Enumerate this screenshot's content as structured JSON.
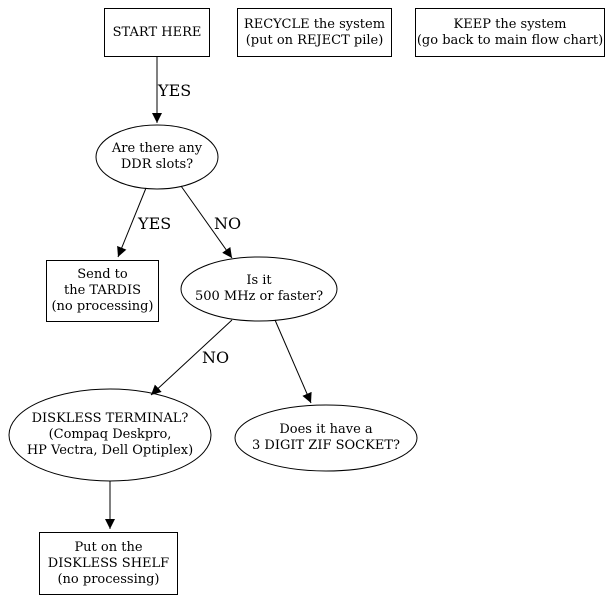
{
  "nodes": {
    "start": {
      "line1": "START HERE"
    },
    "recycle": {
      "line1": "RECYCLE the system",
      "line2": "(put on REJECT pile)"
    },
    "keep": {
      "line1": "KEEP the system",
      "line2": "(go back to main flow chart)"
    },
    "ddr": {
      "line1": "Are there any",
      "line2": "DDR slots?"
    },
    "tardis": {
      "line1": "Send to",
      "line2": "the TARDIS",
      "line3": "(no processing)"
    },
    "speed": {
      "line1": "Is it",
      "line2": "500 MHz or faster?"
    },
    "diskless": {
      "line1": "DISKLESS TERMINAL?",
      "line2": "(Compaq Deskpro,",
      "line3": "HP Vectra, Dell Optiplex)"
    },
    "zif": {
      "line1": "Does it have a",
      "line2": "3 DIGIT ZIF SOCKET?"
    },
    "shelf": {
      "line1": "Put on the",
      "line2": "DISKLESS SHELF",
      "line3": "(no processing)"
    }
  },
  "edges": {
    "start_to_ddr": "YES",
    "ddr_to_tardis": "YES",
    "ddr_to_speed": "NO",
    "speed_to_diskless": "NO"
  }
}
